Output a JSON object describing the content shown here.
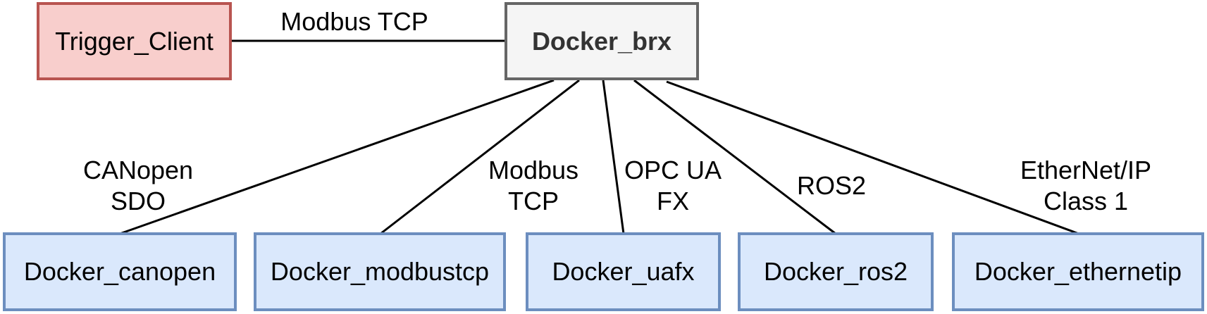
{
  "nodes": {
    "trigger_client": "Trigger_Client",
    "docker_brx": "Docker_brx",
    "docker_canopen": "Docker_canopen",
    "docker_modbustcp": "Docker_modbustcp",
    "docker_uafx": "Docker_uafx",
    "docker_ros2": "Docker_ros2",
    "docker_ethernetip": "Docker_ethernetip"
  },
  "edge_labels": {
    "trigger_to_brx": "Modbus TCP",
    "canopen": [
      "CANopen",
      "SDO"
    ],
    "modbustcp": [
      "Modbus",
      "TCP"
    ],
    "uafx": [
      "OPC UA",
      "FX"
    ],
    "ros2": "ROS2",
    "ethernetip": [
      "EtherNet/IP",
      "Class 1"
    ]
  },
  "colors": {
    "red_fill": "#f8cecc",
    "red_stroke": "#b85450",
    "gray_fill": "#f5f5f5",
    "gray_stroke": "#666666",
    "blue_fill": "#dae8fc",
    "blue_stroke": "#6c8ebf"
  }
}
